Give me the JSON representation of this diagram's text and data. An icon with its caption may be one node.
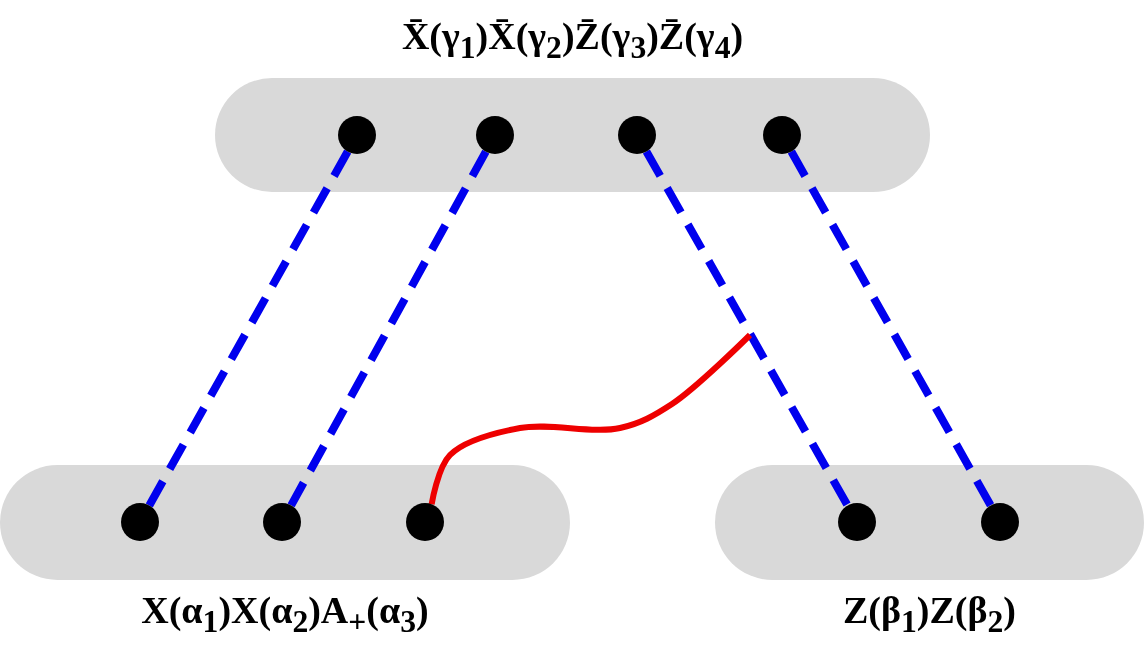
{
  "diagram": {
    "nodes": [
      {
        "text": [
          "X̄(γ$_{1}$)X̄(γ$_{2}$)Z̄(γ$_{3}$)Z̄(γ$_{4}$)"
        ]
      },
      {
        "text": [],
        "shape": "circle",
        "in": 0
      },
      {
        "text": [],
        "shape": "circle",
        "in": 0
      },
      {
        "text": [],
        "shape": "circle",
        "in": 0
      },
      {
        "text": [],
        "shape": "circle",
        "in": 0
      },
      {
        "text": [
          "X(α$_{1}$)X(α$_{2}$)A$_{+}$(α$_{3}$)"
        ]
      },
      {
        "text": [],
        "shape": "circle",
        "in": 5
      },
      {
        "text": [],
        "shape": "circle",
        "in": 5
      },
      {
        "text": [],
        "shape": "circle",
        "in": 5
      },
      {
        "text": [
          "Z(β$_{1}$)Z(β$_{2}$)"
        ]
      },
      {
        "text": [],
        "shape": "circle",
        "in": 9
      },
      {
        "text": [],
        "shape": "circle",
        "in": 9
      }
    ],
    "edges": [
      {
        "from": 1,
        "to": 6,
        "arrow": "none",
        "style": "dashed"
      },
      {
        "from": 2,
        "to": 7,
        "arrow": "none",
        "style": "dashed"
      },
      {
        "from": 3,
        "to": 10,
        "arrow": "none",
        "style": "dashed"
      },
      {
        "from": 4,
        "to": 11,
        "arrow": "none",
        "style": "dashed"
      },
      {
        "from": 8,
        "to": null,
        "arrow": "none",
        "color": "#ee0000"
      }
    ]
  }
}
